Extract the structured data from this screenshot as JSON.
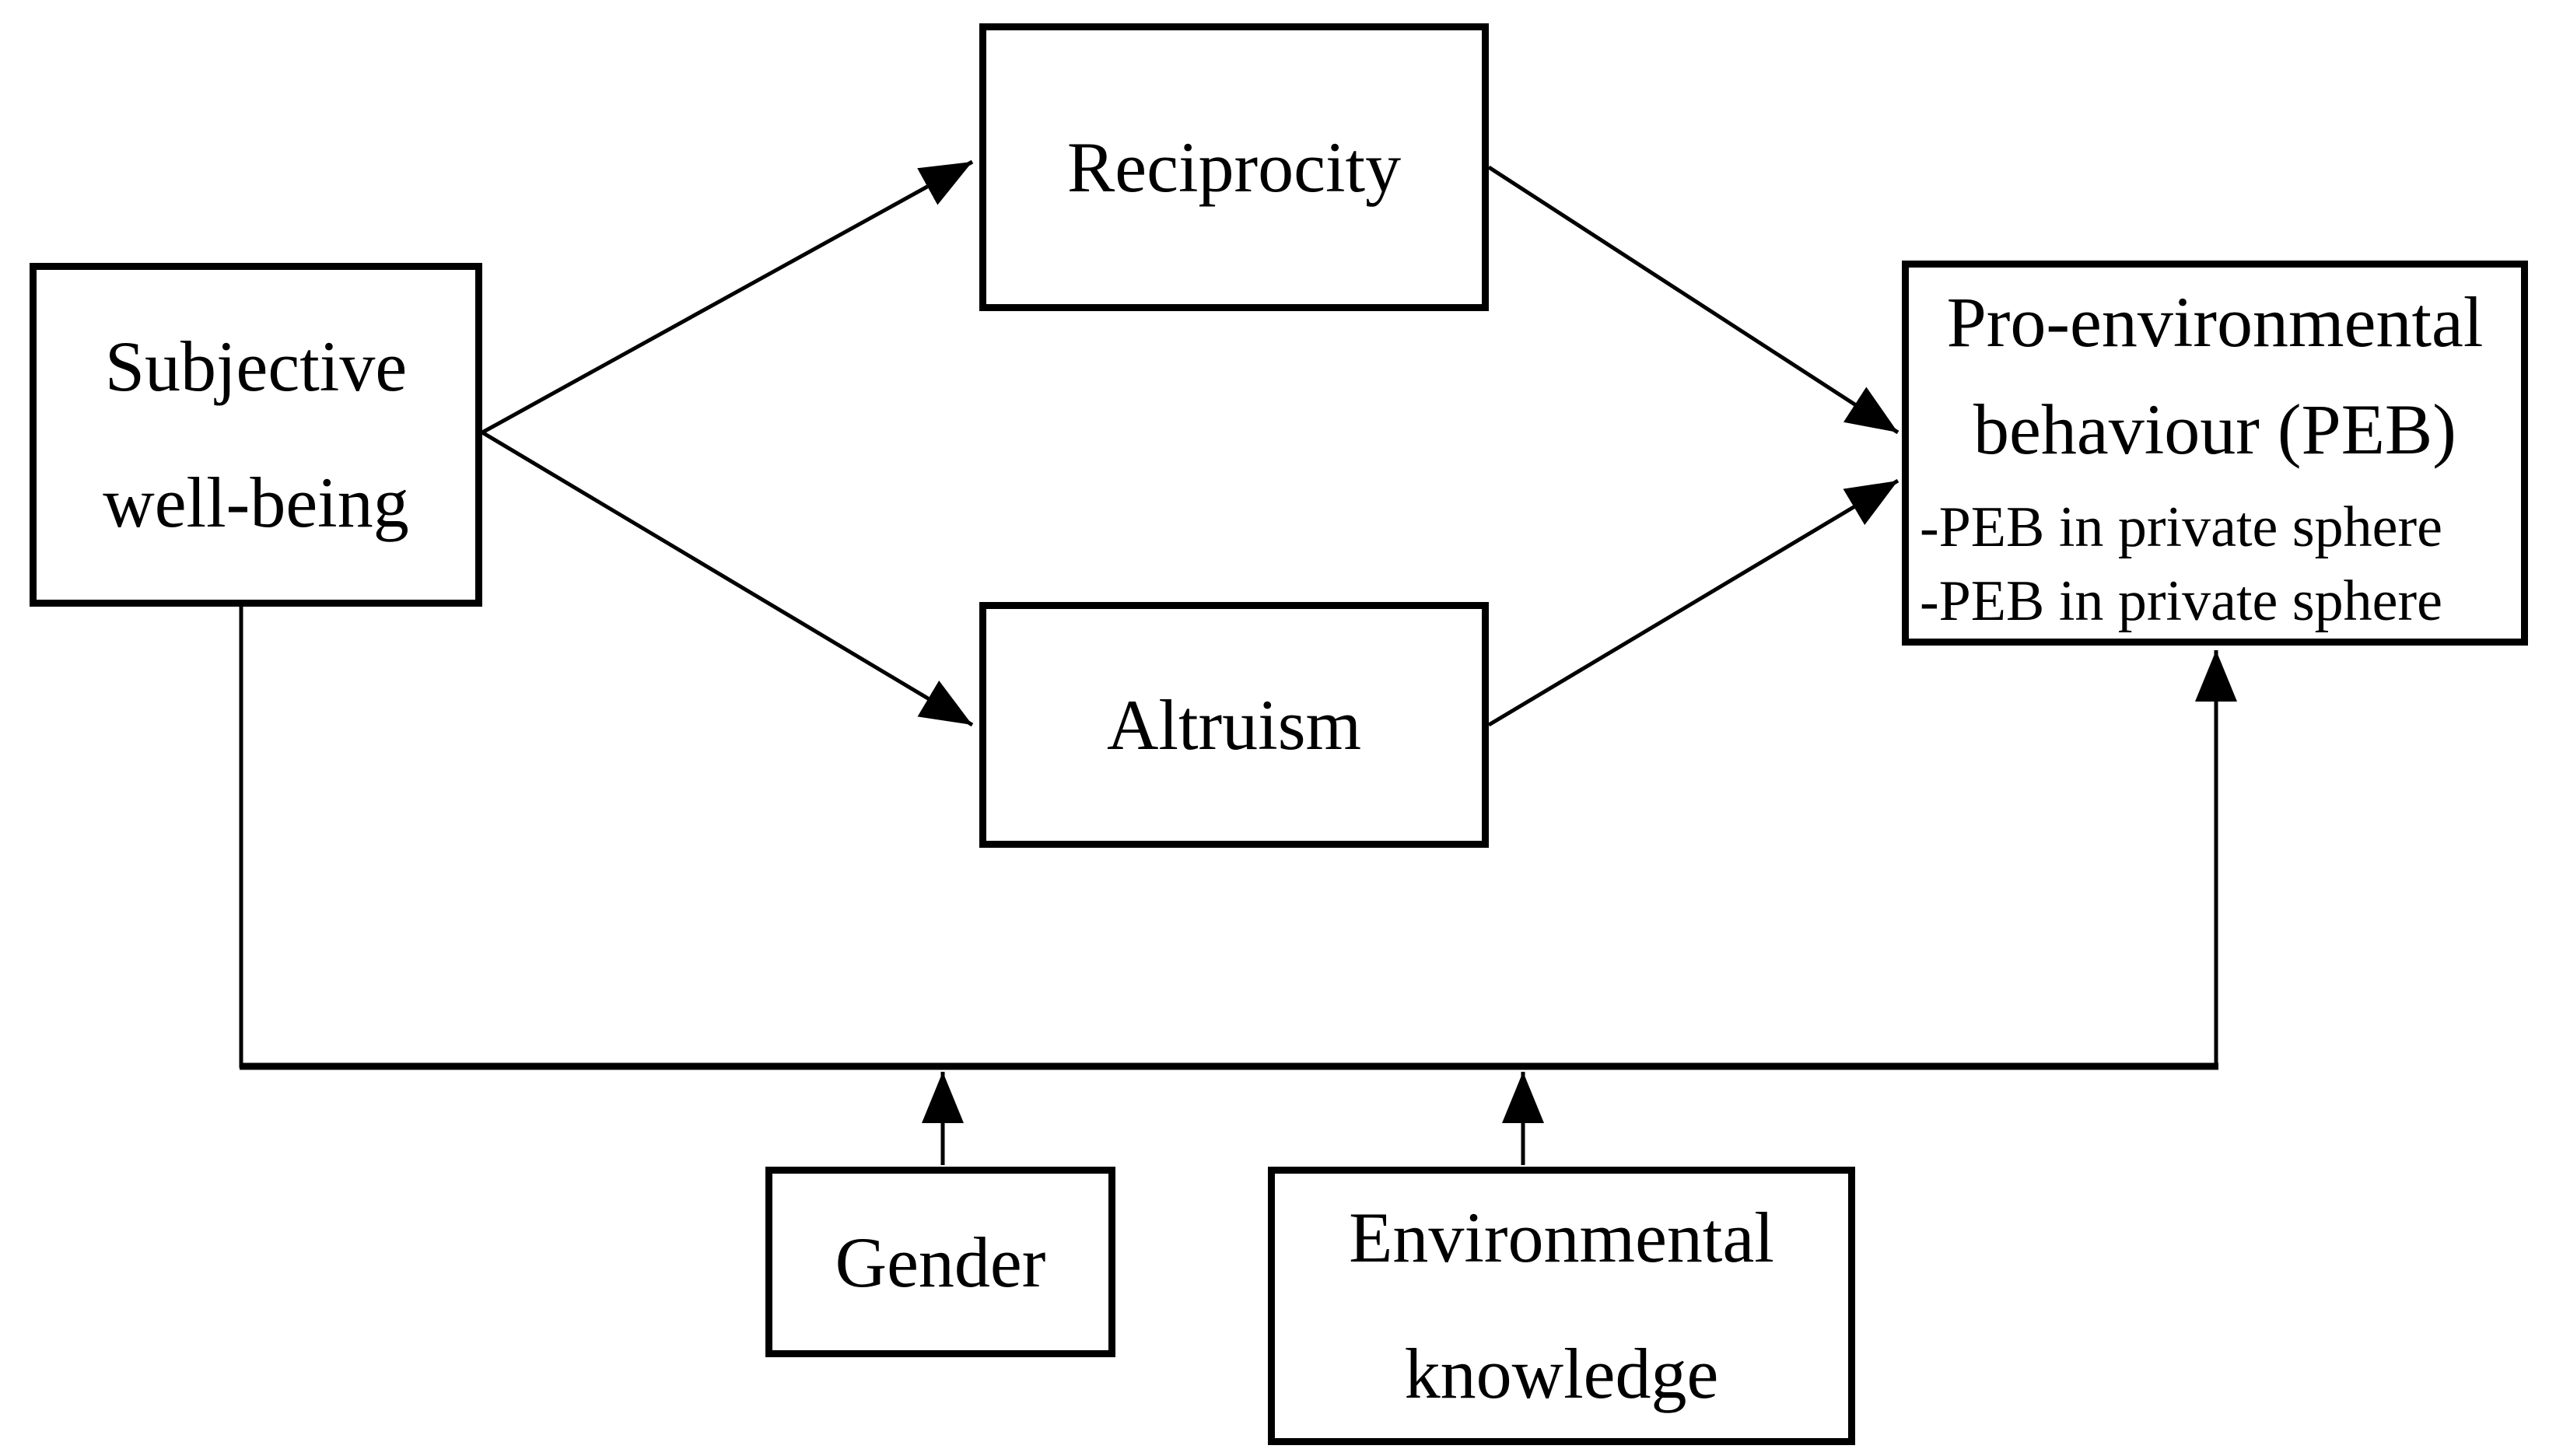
{
  "diagram": {
    "background_color": "#ffffff",
    "line_color": "#000000",
    "box_fill_color": "#ffffff",
    "box_border_color": "#000000",
    "nodes": {
      "subjective_well_being": {
        "lines": [
          "Subjective",
          "well-being"
        ]
      },
      "reciprocity": {
        "label": "Reciprocity"
      },
      "altruism": {
        "label": "Altruism"
      },
      "pro_environmental_behaviour": {
        "title_lines": [
          "Pro-environmental",
          "behaviour (PEB)"
        ],
        "sub_lines": [
          "-PEB in private sphere",
          "-PEB in private sphere"
        ]
      },
      "gender": {
        "label": "Gender"
      },
      "environmental_knowledge": {
        "lines": [
          "Environmental",
          "knowledge"
        ]
      }
    },
    "edges": [
      {
        "from": "subjective_well_being",
        "to": "reciprocity",
        "type": "arrow"
      },
      {
        "from": "subjective_well_being",
        "to": "altruism",
        "type": "arrow"
      },
      {
        "from": "reciprocity",
        "to": "pro_environmental_behaviour",
        "type": "arrow"
      },
      {
        "from": "altruism",
        "to": "pro_environmental_behaviour",
        "type": "arrow"
      },
      {
        "from": "subjective_well_being",
        "to": "pro_environmental_behaviour",
        "type": "arrow",
        "route": "bottom-direct-path"
      },
      {
        "from": "gender",
        "to": "direct-path-line",
        "type": "arrow"
      },
      {
        "from": "environmental_knowledge",
        "to": "direct-path-line",
        "type": "arrow"
      }
    ]
  }
}
